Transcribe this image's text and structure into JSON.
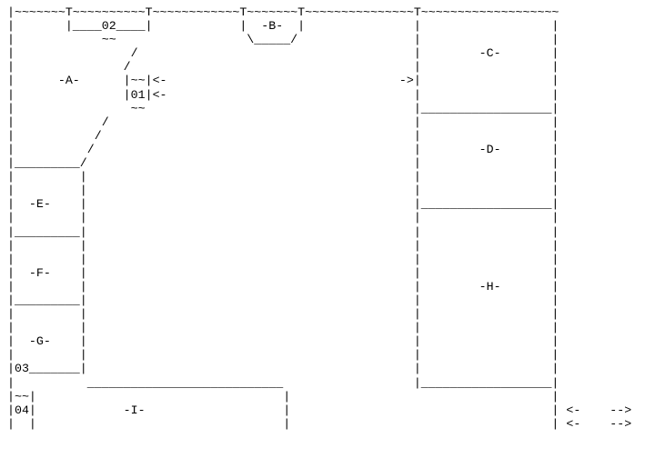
{
  "diagram": {
    "kind": "ascii-floor-plan",
    "background_color": "#ffffff",
    "text_color": "#000000",
    "room_labels": [
      "-A-",
      "-B-",
      "-C-",
      "-D-",
      "-E-",
      "-F-",
      "-G-",
      "-H-",
      "-I-"
    ],
    "numbered_markers": [
      "01",
      "02",
      "03",
      "04"
    ],
    "arrow_markers": [
      "<-",
      "->",
      "-->"
    ],
    "wall_characters": [
      "~",
      "T",
      "|",
      "_",
      "/",
      "\\"
    ],
    "lines": [
      " |~~~~~~~T~~~~~~~~~~T~~~~~~~~~~~~T~~~~~~~T~~~~~~~~~~~~~~~T~~~~~~~~~~~~~~~~~~~",
      " |       |____02____|            |  -B-  |               |                  |",
      " |            ~~                  \\_____/                |                  |",
      " |                /                                      |        -C-       |",
      " |               /                                       |                  |",
      " |      -A-      |~~|<-                                ->|                  |",
      " |               |01|<-                                  |                  |",
      " |                ~~                                     |__________________|",
      " |            /                                          |                  |",
      " |           /                                           |                  |",
      " |          /                                            |        -D-       |",
      " |_________/                                             |                  |",
      " |         |                                             |                  |",
      " |         |                                             |                  |",
      " |  -E-    |                                             |__________________|",
      " |         |                                             |                  |",
      " |_________|                                             |                  |",
      " |         |                                             |                  |",
      " |         |                                             |                  |",
      " |  -F-    |                                             |                  |",
      " |         |                                             |        -H-       |",
      " |_________|                                             |                  |",
      " |         |                                             |                  |",
      " |         |                                             |                  |",
      " |  -G-    |                                             |                  |",
      " |         |                                             |                  |",
      " |03_______|                                             |                  |",
      " |          ___________________________                  |__________________|",
      " |~~|                                  |                                    |",
      " |04|            -I-                   |                                    | <-    -->",
      " |  |                                  |                                    | <-    -->",
      " |  |__________________________________| ___________________________________|"
    ]
  }
}
